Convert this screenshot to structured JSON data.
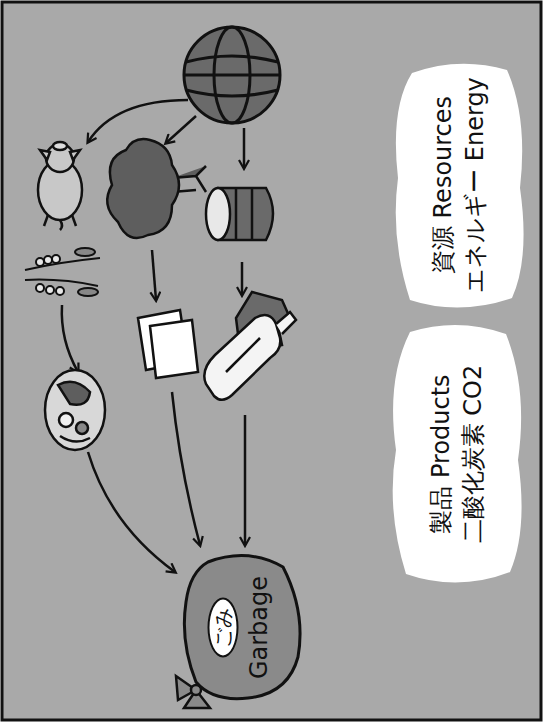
{
  "diagram": {
    "nodes": [
      {
        "text": [
          "資源 Resources",
          "エネルギー Energy"
        ]
      },
      {
        "text": [
          "製品 Products",
          "二酸化炭素 CO2"
        ]
      },
      {
        "text": [
          "ごみ",
          "Garbage"
        ]
      }
    ]
  }
}
